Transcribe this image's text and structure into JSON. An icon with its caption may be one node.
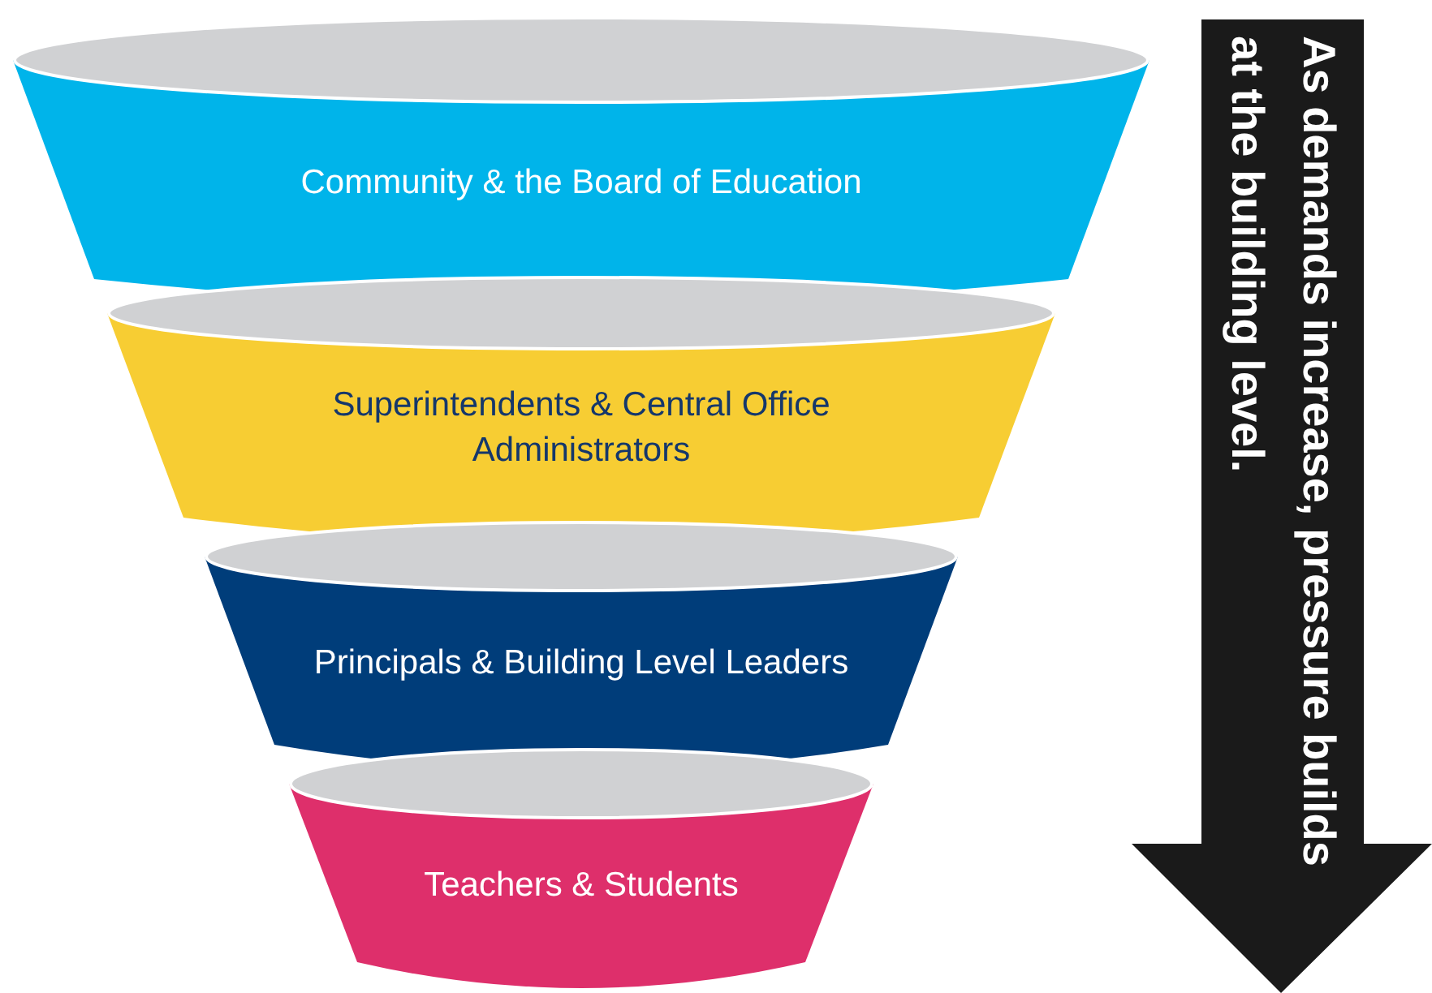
{
  "diagram": {
    "nodes": [
      {
        "text": [
          "Community & the Board of Education"
        ]
      },
      {
        "text": [
          "Superintendents & Central Office Administrators"
        ]
      },
      {
        "text": [
          "Principals & Building Level Leaders"
        ]
      },
      {
        "text": [
          "Teachers & Students"
        ]
      },
      {
        "text": [
          "As demands increase, pressure builds at the building level."
        ]
      }
    ],
    "edges": []
  }
}
